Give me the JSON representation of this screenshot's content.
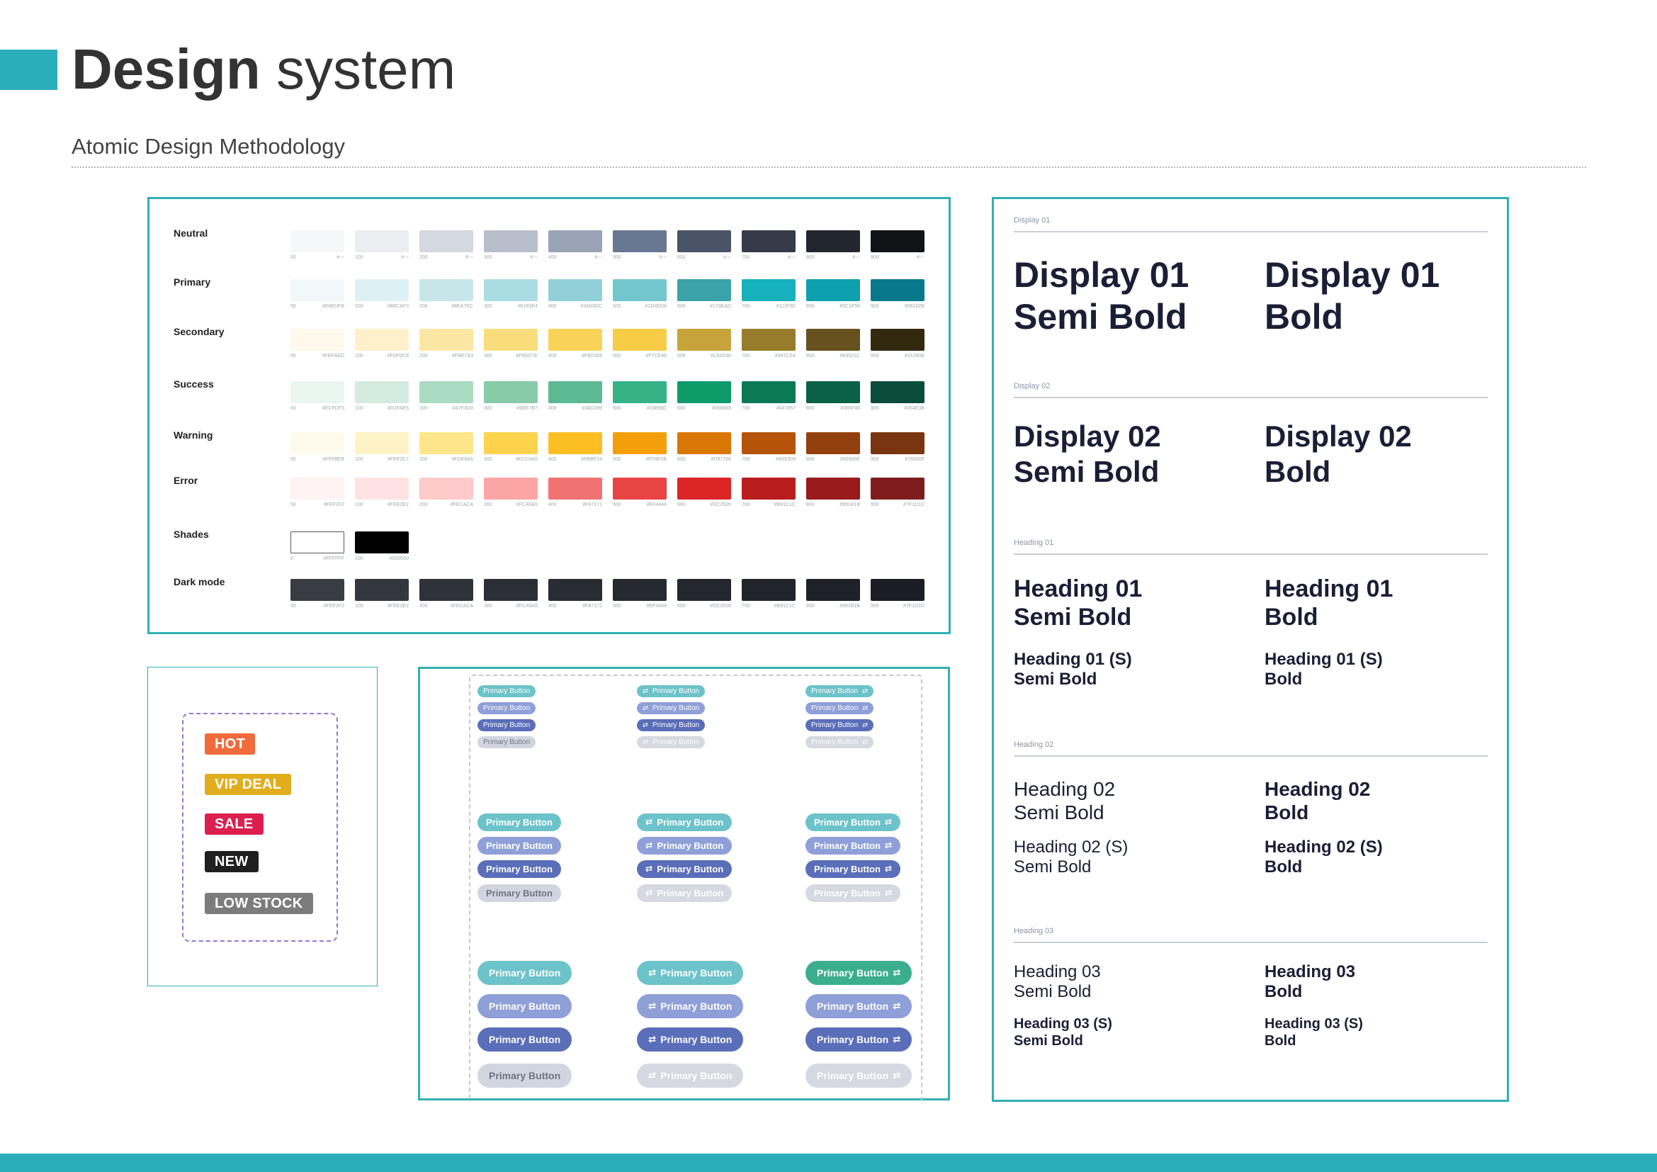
{
  "header": {
    "title_bold": "Design",
    "title_light": "system",
    "subtitle": "Atomic Design Methodology"
  },
  "palette": {
    "rows": [
      {
        "name": "Neutral",
        "swatches": [
          {
            "step": "50",
            "hex": "#---",
            "color": "#f6f7f9"
          },
          {
            "step": "100",
            "hex": "#---",
            "color": "#ebedf1"
          },
          {
            "step": "200",
            "hex": "#---",
            "color": "#d4d8e0"
          },
          {
            "step": "300",
            "hex": "#---",
            "color": "#b8bfcc"
          },
          {
            "step": "400",
            "hex": "#---",
            "color": "#9aa3b5"
          },
          {
            "step": "500",
            "hex": "#---",
            "color": "#687792"
          },
          {
            "step": "600",
            "hex": "#---",
            "color": "#4a5468"
          },
          {
            "step": "700",
            "hex": "#---",
            "color": "#353b49"
          },
          {
            "step": "800",
            "hex": "#---",
            "color": "#22262f"
          },
          {
            "step": "900",
            "hex": "#---",
            "color": "#111317"
          }
        ]
      },
      {
        "name": "Primary",
        "swatches": [
          {
            "step": "50",
            "hex": "#E8EDFB",
            "color": "#f1f8fa"
          },
          {
            "step": "100",
            "hex": "#B8CAF3",
            "color": "#ddf0f4"
          },
          {
            "step": "200",
            "hex": "#8EA7EC",
            "color": "#c7e6ea"
          },
          {
            "step": "300",
            "hex": "#6183E4",
            "color": "#aadde3"
          },
          {
            "step": "400",
            "hex": "#346DDC",
            "color": "#91d0d9"
          },
          {
            "step": "500",
            "hex": "#1D4ED8",
            "color": "#72c6cd"
          },
          {
            "step": "600",
            "hex": "#173EAD",
            "color": "#3aa2a8"
          },
          {
            "step": "700",
            "hex": "#112F82",
            "color": "#17b0bd"
          },
          {
            "step": "800",
            "hex": "#0C1F56",
            "color": "#0d9fad"
          },
          {
            "step": "900",
            "hex": "#06102B",
            "color": "#08798c"
          }
        ]
      },
      {
        "name": "Secondary",
        "swatches": [
          {
            "step": "50",
            "hex": "#FEFAED",
            "color": "#fef9ea"
          },
          {
            "step": "100",
            "hex": "#FDF0C8",
            "color": "#fdf0cb"
          },
          {
            "step": "200",
            "hex": "#FBE7A3",
            "color": "#fbe6a3"
          },
          {
            "step": "300",
            "hex": "#F9DD7E",
            "color": "#f9dc7c"
          },
          {
            "step": "400",
            "hex": "#F8D359",
            "color": "#f8d358"
          },
          {
            "step": "500",
            "hex": "#F7CE46",
            "color": "#f7cd47"
          },
          {
            "step": "600",
            "hex": "#C6A538",
            "color": "#c6a43a"
          },
          {
            "step": "700",
            "hex": "#947C2A",
            "color": "#977d2b"
          },
          {
            "step": "800",
            "hex": "#63521C",
            "color": "#65521f"
          },
          {
            "step": "900",
            "hex": "#31290E",
            "color": "#33290f"
          }
        ]
      },
      {
        "name": "Success",
        "swatches": [
          {
            "step": "50",
            "hex": "#ECFDF5",
            "color": "#eaf6f0"
          },
          {
            "step": "100",
            "hex": "#D1FAE5",
            "color": "#d3ecdf"
          },
          {
            "step": "200",
            "hex": "#A7F3D0",
            "color": "#a9dcc1"
          },
          {
            "step": "300",
            "hex": "#6EE7B7",
            "color": "#87cba9"
          },
          {
            "step": "400",
            "hex": "#34D399",
            "color": "#5cba92"
          },
          {
            "step": "500",
            "hex": "#10B981",
            "color": "#35b386"
          },
          {
            "step": "600",
            "hex": "#059669",
            "color": "#0e9b69"
          },
          {
            "step": "700",
            "hex": "#047857",
            "color": "#0b7a54"
          },
          {
            "step": "800",
            "hex": "#065F46",
            "color": "#0b6146"
          },
          {
            "step": "900",
            "hex": "#064E3B",
            "color": "#0a4d3a"
          }
        ]
      },
      {
        "name": "Warning",
        "swatches": [
          {
            "step": "50",
            "hex": "#FFFBEB",
            "color": "#fffbec"
          },
          {
            "step": "100",
            "hex": "#FEF3C7",
            "color": "#fef3c7"
          },
          {
            "step": "200",
            "hex": "#FDE68A",
            "color": "#fde68a"
          },
          {
            "step": "300",
            "hex": "#FCD34D",
            "color": "#fcd34d"
          },
          {
            "step": "400",
            "hex": "#FBBF24",
            "color": "#fbbf24"
          },
          {
            "step": "500",
            "hex": "#F59E0B",
            "color": "#f59e0b"
          },
          {
            "step": "600",
            "hex": "#D97706",
            "color": "#d97706"
          },
          {
            "step": "700",
            "hex": "#B45309",
            "color": "#b45309"
          },
          {
            "step": "800",
            "hex": "#92400E",
            "color": "#92400e"
          },
          {
            "step": "900",
            "hex": "#78350F",
            "color": "#78350f"
          }
        ]
      },
      {
        "name": "Error",
        "swatches": [
          {
            "step": "50",
            "hex": "#FEF2F2",
            "color": "#fef2f2"
          },
          {
            "step": "100",
            "hex": "#FEE2E2",
            "color": "#fee2e2"
          },
          {
            "step": "200",
            "hex": "#FECACA",
            "color": "#fecaca"
          },
          {
            "step": "300",
            "hex": "#FCA5A5",
            "color": "#fca5a5"
          },
          {
            "step": "400",
            "hex": "#F87171",
            "color": "#f07272"
          },
          {
            "step": "500",
            "hex": "#EF4444",
            "color": "#e94444"
          },
          {
            "step": "600",
            "hex": "#DC2626",
            "color": "#dc2626"
          },
          {
            "step": "700",
            "hex": "#B91C1C",
            "color": "#b91c1c"
          },
          {
            "step": "800",
            "hex": "#991B1B",
            "color": "#991b1b"
          },
          {
            "step": "900",
            "hex": "#7F1D1D",
            "color": "#7f1d1d"
          }
        ]
      },
      {
        "name": "Shades",
        "swatches": [
          {
            "step": "0",
            "hex": "#FFFFFF",
            "color": "#ffffff"
          },
          {
            "step": "100",
            "hex": "#000000",
            "color": "#000000"
          }
        ]
      },
      {
        "name": "Dark mode",
        "swatches": [
          {
            "step": "50",
            "hex": "#FEF2F2",
            "color": "#3a3c44"
          },
          {
            "step": "100",
            "hex": "#FEE2E2",
            "color": "#35373f"
          },
          {
            "step": "200",
            "hex": "#FECACA",
            "color": "#30323a"
          },
          {
            "step": "300",
            "hex": "#FCA5A5",
            "color": "#2d2f37"
          },
          {
            "step": "400",
            "hex": "#F87171",
            "color": "#2a2c34"
          },
          {
            "step": "500",
            "hex": "#EF4444",
            "color": "#272930"
          },
          {
            "step": "600",
            "hex": "#DC2626",
            "color": "#25272e"
          },
          {
            "step": "700",
            "hex": "#B91C1C",
            "color": "#22242c"
          },
          {
            "step": "800",
            "hex": "#991B1B",
            "color": "#1f2129"
          },
          {
            "step": "900",
            "hex": "#7F1D1D",
            "color": "#1c1d24"
          }
        ]
      }
    ]
  },
  "badges": [
    {
      "label": "HOT",
      "color": "#f06a3c"
    },
    {
      "label": "VIP DEAL",
      "color": "#e0ad1e"
    },
    {
      "label": "SALE",
      "color": "#dc1f4f"
    },
    {
      "label": "NEW",
      "color": "#1f1f1f"
    },
    {
      "label": "LOW STOCK",
      "color": "#7c7c7c"
    }
  ],
  "buttons": {
    "label": "Primary Button",
    "icon": "swap-arrows-icon",
    "variant_colors": [
      "#6cc3c9",
      "#8f9fd8",
      "#5a6eb9",
      "#d1d5df"
    ],
    "disabled_text_color": "#6f7586"
  },
  "typography": {
    "sections": [
      {
        "label": "Display 01",
        "items": [
          {
            "line1": "Display 01",
            "line2": "Semi Bold"
          },
          {
            "line1": "Display 01",
            "line2": "Bold"
          }
        ]
      },
      {
        "label": "Display 02",
        "items": [
          {
            "line1": "Display 02",
            "line2": "Semi Bold"
          },
          {
            "line1": "Display 02",
            "line2": "Bold"
          }
        ]
      },
      {
        "label": "Heading 01",
        "items": [
          {
            "line1": "Heading 01",
            "line2": "Semi Bold"
          },
          {
            "line1": "Heading 01",
            "line2": "Bold"
          },
          {
            "line1": "Heading 01 (S)",
            "line2": "Semi Bold"
          },
          {
            "line1": "Heading 01 (S)",
            "line2": "Bold"
          }
        ]
      },
      {
        "label": "Heading 02",
        "items": [
          {
            "line1": "Heading 02",
            "line2": "Semi Bold"
          },
          {
            "line1": "Heading 02",
            "line2": "Bold"
          },
          {
            "line1": "Heading 02 (S)",
            "line2": "Semi Bold"
          },
          {
            "line1": "Heading 02 (S)",
            "line2": "Bold"
          }
        ]
      },
      {
        "label": "Heading 03",
        "items": [
          {
            "line1": "Heading 03",
            "line2": "Semi Bold"
          },
          {
            "line1": "Heading 03",
            "line2": "Bold"
          },
          {
            "line1": "Heading 03 (S)",
            "line2": "Semi Bold"
          },
          {
            "line1": "Heading 03 (S)",
            "line2": "Bold"
          }
        ]
      }
    ]
  },
  "colors": {
    "accent": "#2aaeb9",
    "panel_border": "#30b0b5",
    "text_dark": "#1a1f36"
  }
}
